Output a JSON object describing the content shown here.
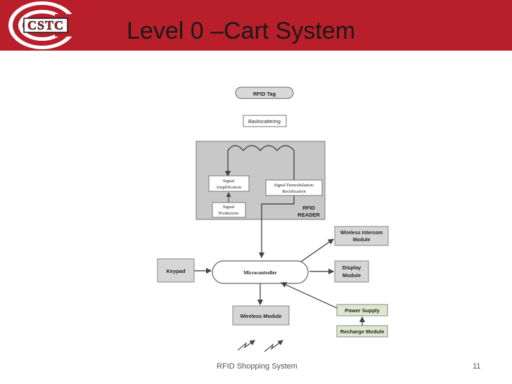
{
  "slide": {
    "title": "Level 0 –Cart System",
    "footer": "RFID Shopping System",
    "page_number": "11",
    "logo_text": "CSTC"
  },
  "colors": {
    "header_red": "#b81f2a",
    "box_gray": "#d6d6d6",
    "reader_gray": "#c8c8c8",
    "power_green": "#dfe8cf"
  },
  "diagram": {
    "rfid_tag": "RFID Tag",
    "backscattering": "Backscattering",
    "signal_amplification_1": "Signal",
    "signal_amplification_2": "Amplification",
    "signal_demodulation_1": "Signal Demodulation/",
    "signal_demodulation_2": "Rectification",
    "signal_production_1": "Signal",
    "signal_production_2": "Production",
    "rfid_reader_1": "RFID",
    "rfid_reader_2": "READER",
    "wireless_intercom_1": "Wireless Intercom",
    "wireless_intercom_2": "Module",
    "keypad": "Keypad",
    "microcontroller": "Microcontroller",
    "display_1": "Display",
    "display_2": "Module",
    "power_supply": "Power Supply",
    "wireless_module": "Wireless Module",
    "recharge_module": "Recharge Module"
  }
}
